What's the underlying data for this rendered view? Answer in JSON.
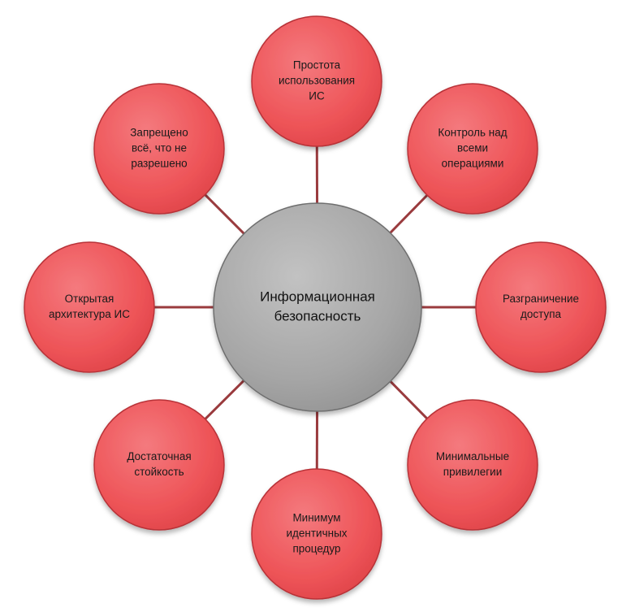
{
  "center": {
    "lines": [
      "Информационная",
      "безопасность"
    ]
  },
  "nodes": [
    {
      "id": "top",
      "lines": [
        "Простота",
        "использования",
        "ИС"
      ]
    },
    {
      "id": "top-right",
      "lines": [
        "Контроль над",
        "всеми",
        "операциями"
      ]
    },
    {
      "id": "right",
      "lines": [
        "Разграничение",
        "доступа"
      ]
    },
    {
      "id": "bottom-right",
      "lines": [
        "Минимальные",
        "привилегии"
      ]
    },
    {
      "id": "bottom",
      "lines": [
        "Минимум",
        "идентичных",
        "процедур"
      ]
    },
    {
      "id": "bottom-left",
      "lines": [
        "Достаточная",
        "стойкость"
      ]
    },
    {
      "id": "left",
      "lines": [
        "Открытая",
        "архитектура ИС"
      ]
    },
    {
      "id": "top-left",
      "lines": [
        "Запрещено",
        "всё, что не",
        "разрешено"
      ]
    }
  ],
  "colors": {
    "node_fill": "#ef5a5f",
    "node_stroke": "#b83338",
    "hub_fill": "#a8a8a8",
    "hub_stroke": "#6e6e6e",
    "connector": "#9a3b3e"
  }
}
